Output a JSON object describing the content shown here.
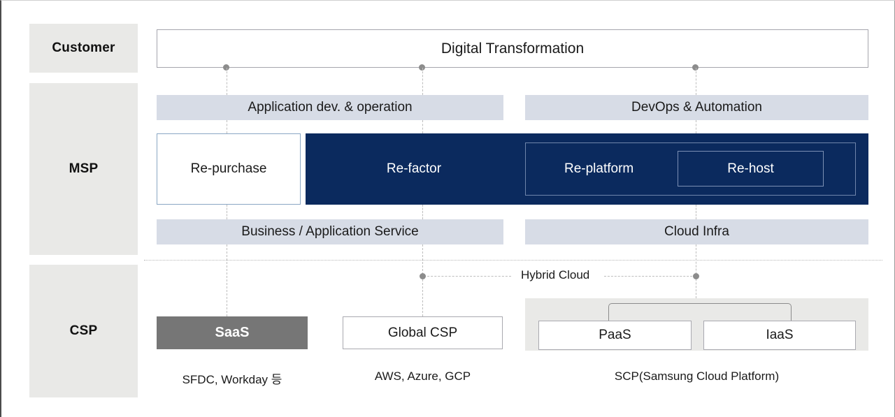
{
  "diagram": {
    "title_row": {
      "label": "Digital Transformation"
    },
    "layers": [
      {
        "name": "Customer"
      },
      {
        "name": "MSP"
      },
      {
        "name": "CSP"
      }
    ],
    "msp": {
      "top_bars": [
        {
          "label": "Application dev. & operation"
        },
        {
          "label": "DevOps & Automation"
        }
      ],
      "strategies": [
        {
          "label": "Re-purchase"
        },
        {
          "label": "Re-factor"
        },
        {
          "label": "Re-platform"
        },
        {
          "label": "Re-host"
        }
      ],
      "bottom_bars": [
        {
          "label": "Business / Application Service"
        },
        {
          "label": "Cloud Infra"
        }
      ]
    },
    "divider": {
      "label": "Hybrid Cloud"
    },
    "csp": {
      "items": [
        {
          "label": "SaaS",
          "caption": "SFDC, Workday 등"
        },
        {
          "label": "Global CSP",
          "caption": "AWS, Azure, GCP"
        },
        {
          "label": "PaaS",
          "caption": ""
        },
        {
          "label": "IaaS",
          "caption": ""
        }
      ],
      "scp_caption": "SCP(Samsung Cloud Platform)"
    },
    "colors": {
      "navy": "#0b2a5e",
      "slate_bar": "#d7dce6",
      "layer_gray": "#e9e9e7",
      "saas_gray": "#767676",
      "connector": "#8c8c8c"
    }
  }
}
